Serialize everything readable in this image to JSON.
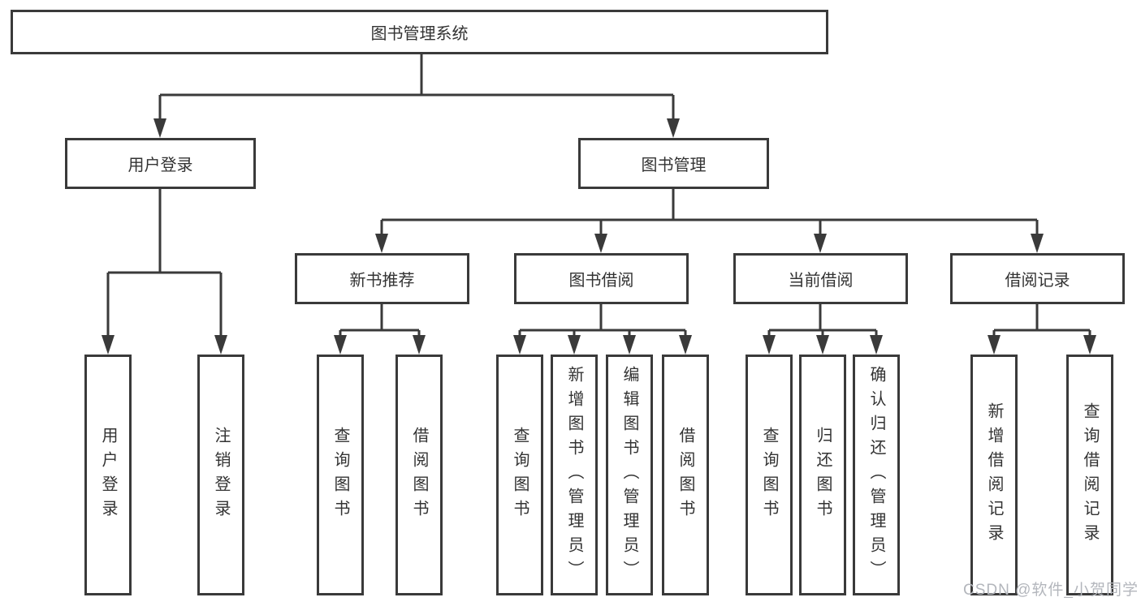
{
  "tree": {
    "label": "图书管理系统",
    "children": [
      {
        "label": "用户登录",
        "children": [
          {
            "label": "用户登录"
          },
          {
            "label": "注销登录"
          }
        ]
      },
      {
        "label": "图书管理",
        "children": [
          {
            "label": "新书推荐",
            "children": [
              {
                "label": "查询图书"
              },
              {
                "label": "借阅图书"
              }
            ]
          },
          {
            "label": "图书借阅",
            "children": [
              {
                "label": "查询图书"
              },
              {
                "label": "新增图书（管理员）"
              },
              {
                "label": "编辑图书（管理员）"
              },
              {
                "label": "借阅图书"
              }
            ]
          },
          {
            "label": "当前借阅",
            "children": [
              {
                "label": "查询图书"
              },
              {
                "label": "归还图书"
              },
              {
                "label": "确认归还（管理员）"
              }
            ]
          },
          {
            "label": "借阅记录",
            "children": [
              {
                "label": "新增借阅记录"
              },
              {
                "label": "查询借阅记录"
              }
            ]
          }
        ]
      }
    ]
  },
  "watermark": "CSDN @软件_小贺同学",
  "colors": {
    "line": "#3a3a3a",
    "text": "#333333",
    "background": "#ffffff",
    "watermark": "#b3b6bc"
  }
}
